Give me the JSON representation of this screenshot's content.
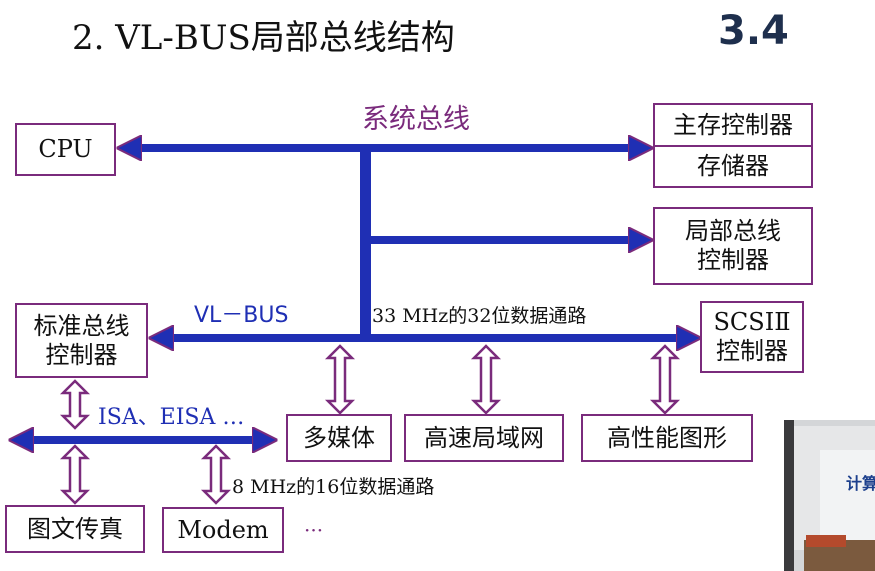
{
  "title": "2. VL-BUS局部总线结构",
  "section_number": "3.4",
  "diagram": {
    "system_bus_label": "系统总线",
    "vl_bus_label": "VL－BUS",
    "vl_bus_desc": "33 MHz的32位数据通路",
    "isa_label": "ISA、EISA …",
    "isa_bus_desc": "8 MHz的16位数据通路",
    "more_dots": "···",
    "boxes": {
      "cpu": "CPU",
      "main_mem_ctrl": "主存控制器",
      "memory": "存储器",
      "local_bus_ctrl_1": "局部总线",
      "local_bus_ctrl_2": "控制器",
      "std_bus_ctrl_1": "标准总线",
      "std_bus_ctrl_2": "控制器",
      "scsi_ctrl_1": "SCSIⅡ",
      "scsi_ctrl_2": "控制器",
      "multimedia": "多媒体",
      "lan": "高速局域网",
      "graphics": "高性能图形",
      "fax": "图文传真",
      "modem": "Modem"
    },
    "colors": {
      "bus_blue": "#1f2fb4",
      "frame_purple": "#7a2b7c",
      "label_purple": "#7a2b7c"
    }
  },
  "video_inset": {
    "visible_text": "计算"
  }
}
